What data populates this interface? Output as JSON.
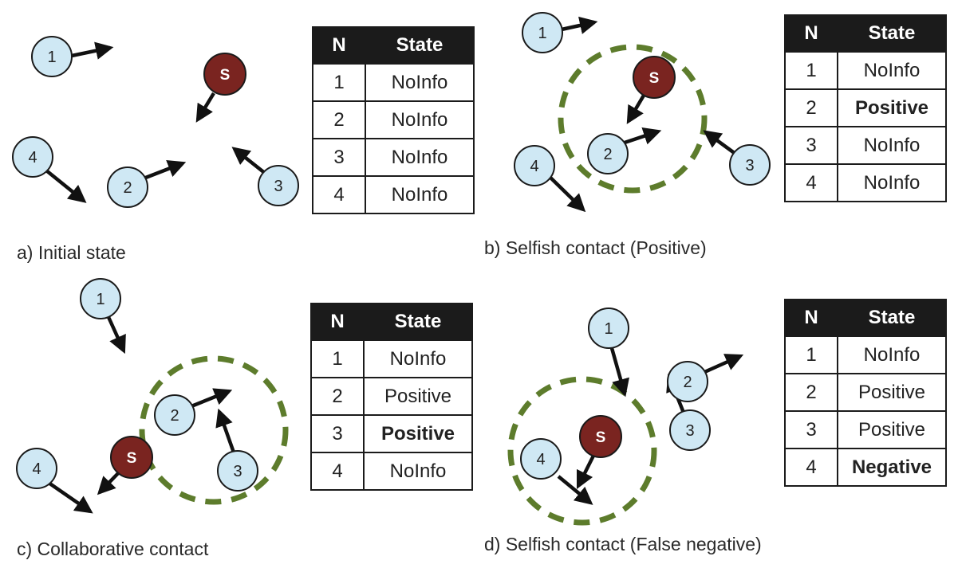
{
  "colors": {
    "node_fill": "#cfe8f4",
    "node_stroke": "#1a1a1a",
    "sink_fill": "#7a2420",
    "range_ring": "#5d7c2c",
    "arrow": "#111111",
    "table_header": "#1b1b1b",
    "negative_text": "#7a2420"
  },
  "panels": [
    {
      "caption": "a) Initial state",
      "sink_label": "S",
      "nodes": [
        "1",
        "2",
        "3",
        "4"
      ],
      "table": {
        "headers": [
          "N",
          "State"
        ],
        "rows": [
          [
            "1",
            "NoInfo"
          ],
          [
            "2",
            "NoInfo"
          ],
          [
            "3",
            "NoInfo"
          ],
          [
            "4",
            "NoInfo"
          ]
        ]
      }
    },
    {
      "caption": "b) Selfish contact (Positive)",
      "sink_label": "S",
      "nodes": [
        "1",
        "2",
        "3",
        "4"
      ],
      "table": {
        "headers": [
          "N",
          "State"
        ],
        "rows": [
          [
            "1",
            "NoInfo"
          ],
          [
            "2",
            "Positive"
          ],
          [
            "3",
            "NoInfo"
          ],
          [
            "4",
            "NoInfo"
          ]
        ]
      }
    },
    {
      "caption": "c) Collaborative contact",
      "sink_label": "S",
      "nodes": [
        "1",
        "2",
        "3",
        "4"
      ],
      "table": {
        "headers": [
          "N",
          "State"
        ],
        "rows": [
          [
            "1",
            "NoInfo"
          ],
          [
            "2",
            "Positive"
          ],
          [
            "3",
            "Positive"
          ],
          [
            "4",
            "NoInfo"
          ]
        ]
      }
    },
    {
      "caption": "d) Selfish contact (False negative)",
      "sink_label": "S",
      "nodes": [
        "1",
        "2",
        "3",
        "4"
      ],
      "table": {
        "headers": [
          "N",
          "State"
        ],
        "rows": [
          [
            "1",
            "NoInfo"
          ],
          [
            "2",
            "Positive"
          ],
          [
            "3",
            "Positive"
          ],
          [
            "4",
            "Negative"
          ]
        ]
      }
    }
  ]
}
